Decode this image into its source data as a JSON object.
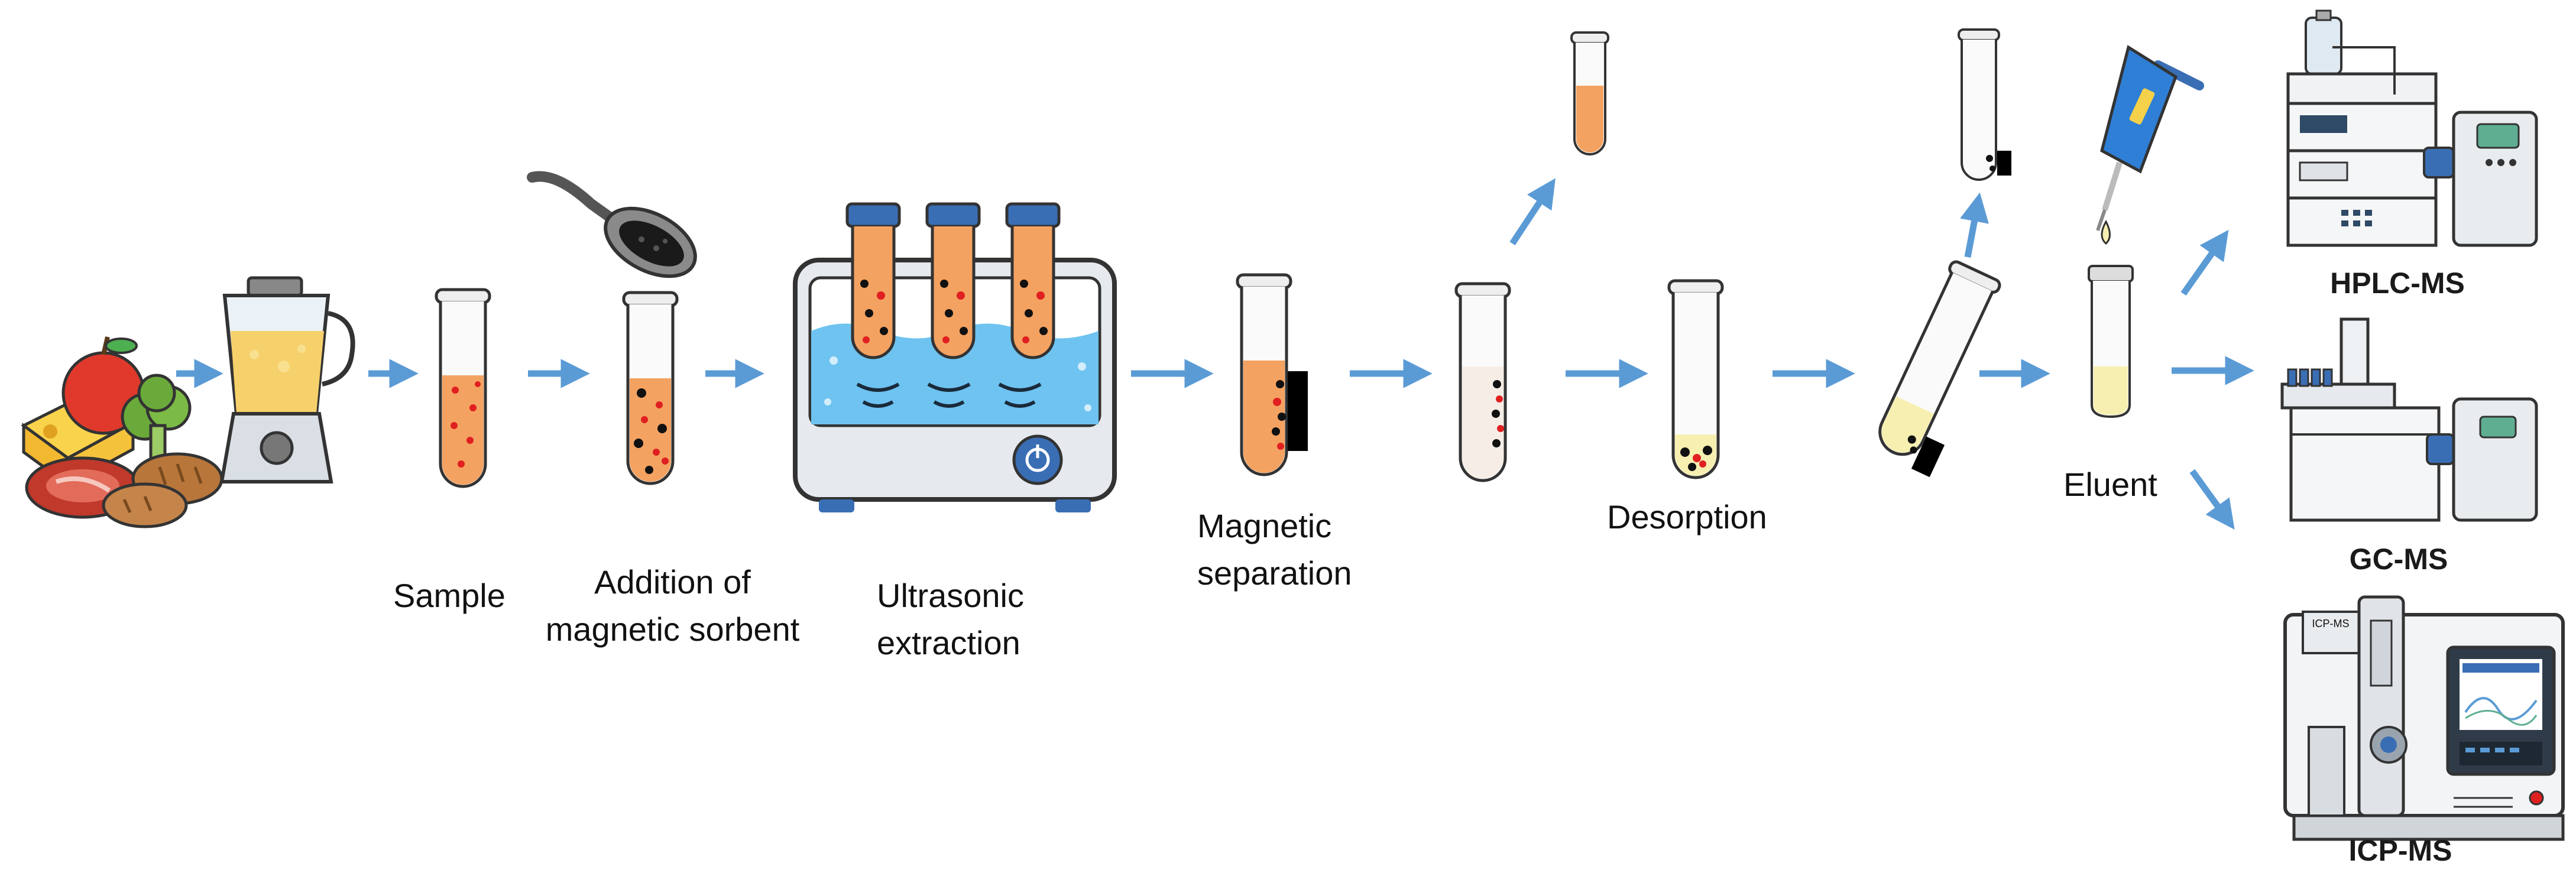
{
  "labels": {
    "sample": "Sample",
    "addition_line1": "Addition of",
    "addition_line2": "magnetic sorbent",
    "ultrasonic_line1": "Ultrasonic",
    "ultrasonic_line2": "extraction",
    "magnetic_line1": "Magnetic",
    "magnetic_line2": "separation",
    "desorption": "Desorption",
    "eluent": "Eluent"
  },
  "instruments": {
    "hplc": "HPLC-MS",
    "gc": "GC-MS",
    "icp": "ICP-MS",
    "icp_badge": "ICP-MS"
  },
  "colors": {
    "arrow": "#5b9bd5",
    "sample_liquid": "#f4a261",
    "particle_red": "#e02020",
    "particle_black": "#111111",
    "bath_water": "#6ec3f0",
    "eluent_liquid": "#f7efb0",
    "magnet": "#000000"
  }
}
